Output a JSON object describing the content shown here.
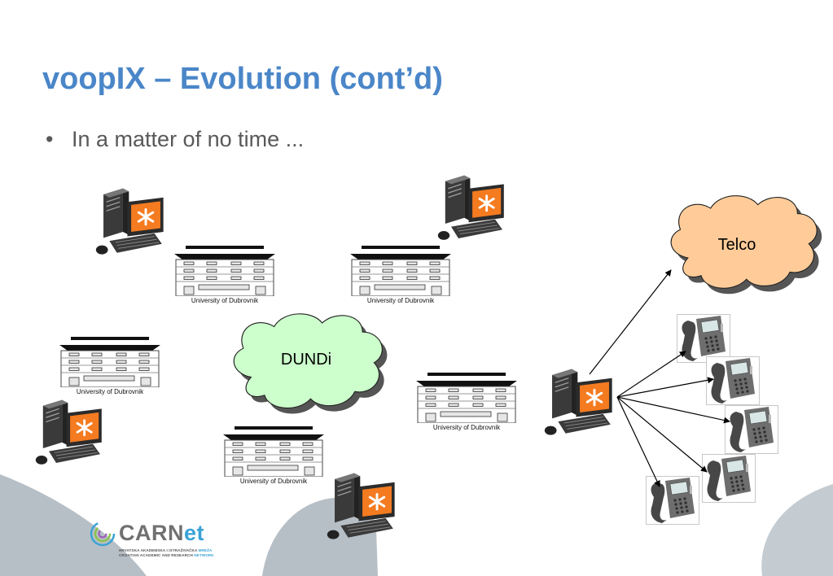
{
  "slide": {
    "title": "voopIX – Evolution (cont’d)",
    "bullet": "In a matter of no time ...",
    "bullet_marker": "•"
  },
  "diagram": {
    "clouds": {
      "dundi": {
        "label": "DUNDi",
        "fill": "#ccffcc"
      },
      "telco": {
        "label": "Telco",
        "fill": "#ffcc99"
      }
    },
    "building_label": "University of Dubrovnik"
  },
  "logo": {
    "brand_main": "CARN",
    "brand_accent": "et",
    "line1_main": "HRVATSKA AKADEMSKA I ISTRAŽIVAČKA ",
    "line1_accent": "MREŽA",
    "line2_main": "CROATIAN ACADEMIC AND RESEARCH ",
    "line2_accent": "NETWORK"
  },
  "colors": {
    "title": "#4a86c8",
    "bullet_text": "#595959",
    "asterisk_orange": "#f47b20",
    "background_swoosh": "#b7bfc6"
  }
}
